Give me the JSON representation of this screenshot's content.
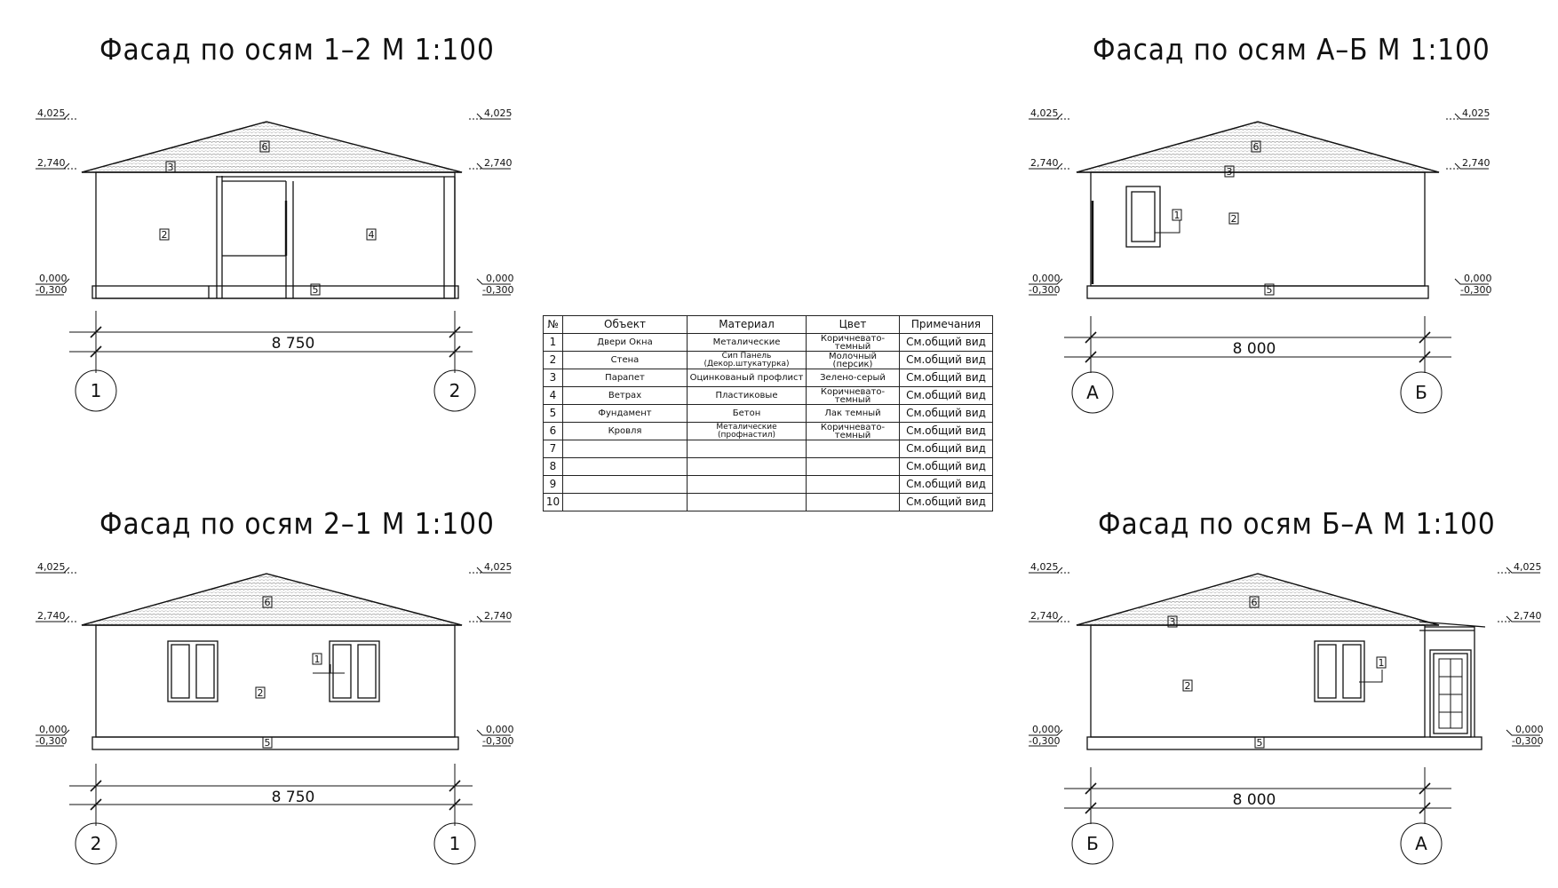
{
  "facades": [
    {
      "title": "Фасад по осям 1–2  М 1:100",
      "dimension": "8 750",
      "axis_left": "1",
      "axis_right": "2"
    },
    {
      "title": "Фасад по осям А–Б  М 1:100",
      "dimension": "8 000",
      "axis_left": "А",
      "axis_right": "Б"
    },
    {
      "title": "Фасад по осям 2–1  М 1:100",
      "dimension": "8 750",
      "axis_left": "2",
      "axis_right": "1"
    },
    {
      "title": "Фасад по осям Б–А  М 1:100",
      "dimension": "8 000",
      "axis_left": "Б",
      "axis_right": "А"
    }
  ],
  "levels": {
    "ridge": "4,025",
    "eave": "2,740",
    "zero": "0,000",
    "ground": "-0,300"
  },
  "tags": {
    "t1": "1",
    "t2": "2",
    "t3": "3",
    "t4": "4",
    "t5": "5",
    "t6": "6"
  },
  "table": {
    "headers": [
      "№",
      "Объект",
      "Материал",
      "Цвет",
      "Примечания"
    ],
    "rows": [
      [
        "1",
        "Двери Окна",
        "Металические",
        "Коричневато-темный",
        "См.общий вид"
      ],
      [
        "2",
        "Стена",
        "Сип Панель (Декор.штукатурка)",
        "Молочный (персик)",
        "См.общий вид"
      ],
      [
        "3",
        "Парапет",
        "Оцинкованый профлист",
        "Зелено-серый",
        "См.общий вид"
      ],
      [
        "4",
        "Ветрах",
        "Пластиковые",
        "Коричневато-темный",
        "См.общий вид"
      ],
      [
        "5",
        "Фундамент",
        "Бетон",
        "Лак темный",
        "См.общий вид"
      ],
      [
        "6",
        "Кровля",
        "Металические (профнастил)",
        "Коричневато-темный",
        "См.общий вид"
      ],
      [
        "7",
        "",
        "",
        "",
        "См.общий вид"
      ],
      [
        "8",
        "",
        "",
        "",
        "См.общий вид"
      ],
      [
        "9",
        "",
        "",
        "",
        "См.общий вид"
      ],
      [
        "10",
        "",
        "",
        "",
        "См.общий вид"
      ]
    ]
  }
}
